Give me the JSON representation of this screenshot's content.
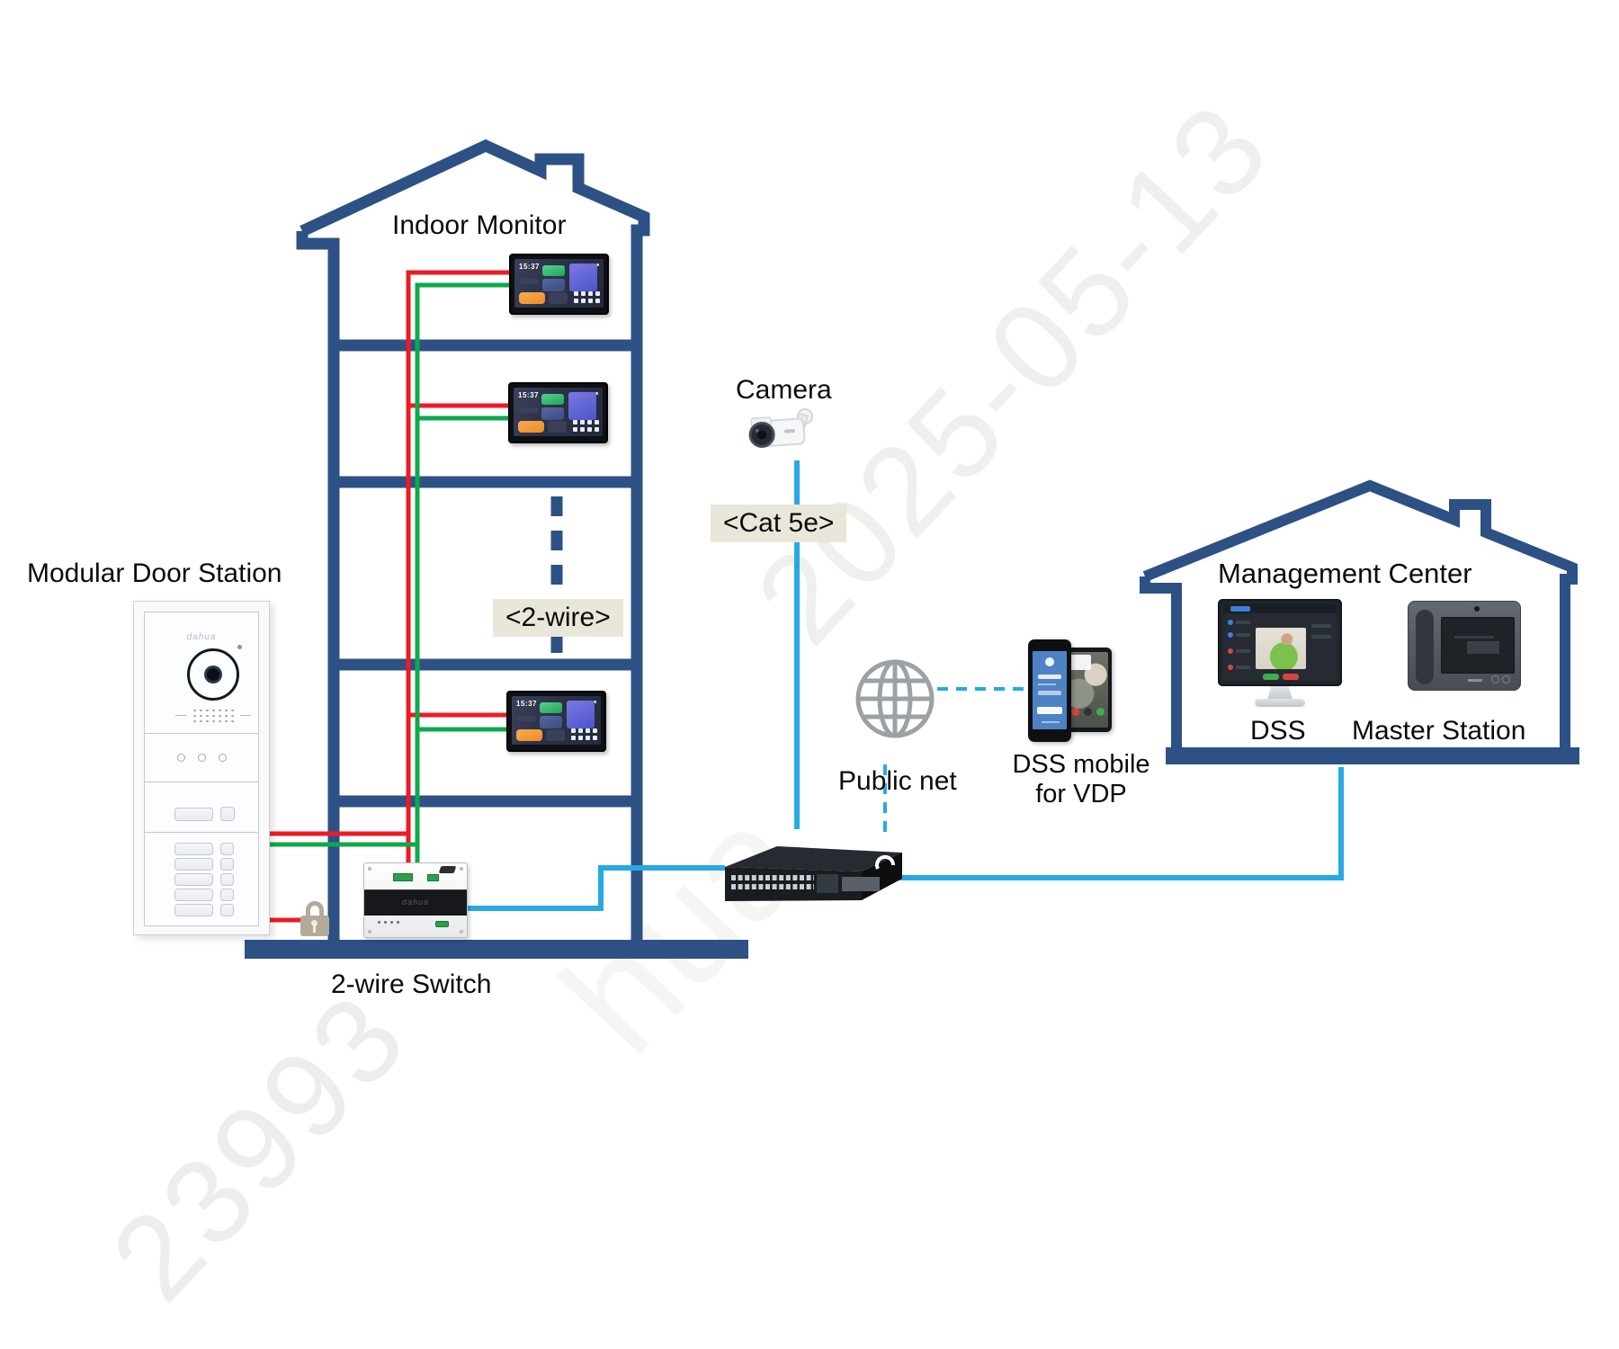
{
  "colors": {
    "structure": "#2d5185",
    "wire_red": "#ec1c24",
    "wire_green": "#0ca94e",
    "wire_cyan": "#27aae1",
    "label_bg": "#e9e7da",
    "watermark": "#ededeb"
  },
  "labels": {
    "indoor_monitor": "Indoor Monitor",
    "modular_door_station": "Modular Door Station",
    "two_wire_switch": "2-wire Switch",
    "camera": "Camera",
    "cat5e_cable": "<Cat 5e>",
    "two_wire_cable": "<2-wire>",
    "public_net": "Public net",
    "dss_mobile_line1": "DSS mobile",
    "dss_mobile_line2": "for VDP",
    "management_center": "Management Center",
    "dss": "DSS",
    "master_station": "Master Station"
  },
  "devices": {
    "indoor_monitor_time": "15:37",
    "door_station_logo": "dahua",
    "switch_logo": "dahua"
  },
  "watermarks": {
    "bottom_left": "23993",
    "middle": "hua",
    "top_right": "2025-05-13"
  }
}
